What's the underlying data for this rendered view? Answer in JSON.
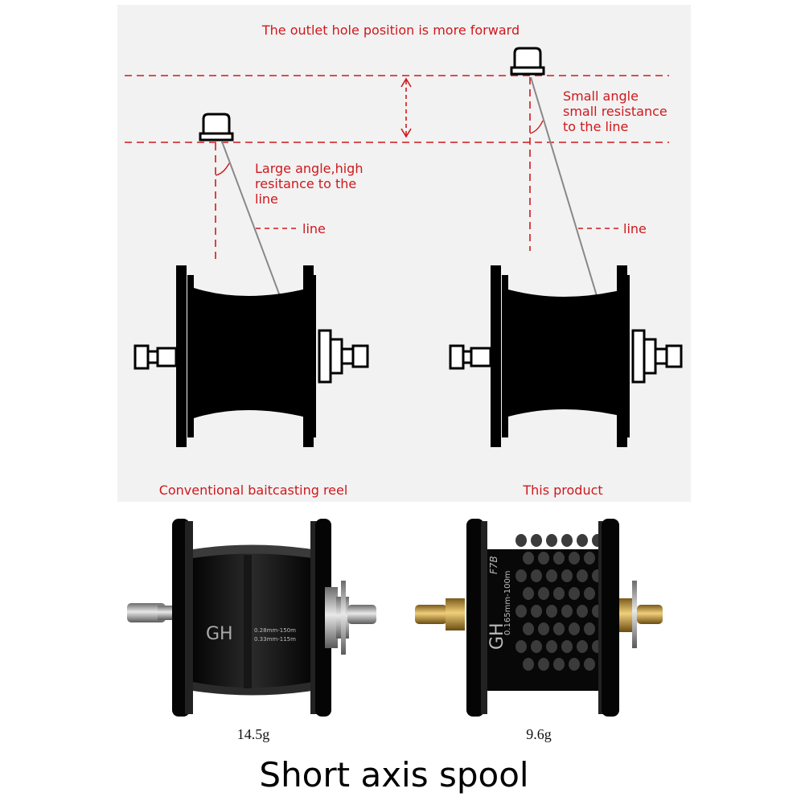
{
  "diagram": {
    "headline": "The outlet hole position is more forward",
    "left_note": [
      "Large angle,high",
      "resitance to the",
      "line"
    ],
    "right_note": [
      "Small angle",
      "small resistance",
      "to the line"
    ],
    "line_label": "line",
    "left_caption": "Conventional baitcasting reel",
    "right_caption": "This product"
  },
  "products": {
    "left_weight": "14.5g",
    "right_weight": "9.6g",
    "left_spool_text": [
      "GH",
      "0.28mm-150m",
      "0.33mm-115m"
    ],
    "right_spool_text": [
      "GH",
      "0.165mm-100m",
      "F7B"
    ]
  },
  "banner": {
    "title": "Short axis spool"
  },
  "colors": {
    "accent": "#d0181c",
    "panel": "#f2f2f2",
    "spool": "#000000"
  }
}
